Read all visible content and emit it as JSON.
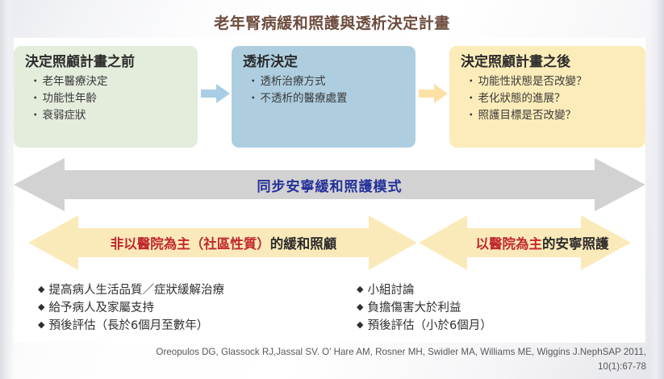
{
  "title": "老年腎病緩和照護與透析決定計畫",
  "colors": {
    "title": "#6d4c3d",
    "box_before": "#e4ecdc",
    "box_dialysis": "#aecee0",
    "box_after": "#fcecb9",
    "gray_arrow": "#d2d2d2",
    "yellow_arrow": "#fbeab9",
    "sync_label": "#23309a",
    "highlight_red": "#c1272d"
  },
  "stages": [
    {
      "id": "before",
      "title": "決定照顧計畫之前",
      "items": [
        "老年醫療決定",
        "功能性年齡",
        "衰弱症狀"
      ]
    },
    {
      "id": "dialysis",
      "title": "透析決定",
      "items": [
        "透析治療方式",
        "不透析的醫療處置"
      ]
    },
    {
      "id": "after",
      "title": "決定照顧計畫之後",
      "items": [
        "功能性狀態是否改變？",
        "老化狀態的進展？",
        "照護目標是否改變？"
      ]
    }
  ],
  "connectors": [
    {
      "id": "connector-1",
      "icon": "arrow-right-icon",
      "color": "#a8cde4"
    },
    {
      "id": "connector-2",
      "icon": "arrow-right-icon",
      "color": "#fbe2a4"
    }
  ],
  "sync_band": {
    "label": "同步安寧緩和照護模式",
    "icon": "double-arrow-icon"
  },
  "settings_band": {
    "community": {
      "highlight": "非以醫院為主（社區性質）",
      "rest": "的緩和照顧",
      "icon": "arrow-right-icon"
    },
    "hospital": {
      "highlight": "以醫院為主",
      "rest": "的安寧照護",
      "icon": "arrow-left-icon"
    }
  },
  "bullets": {
    "left": [
      "提高病人生活品質／症狀緩解治療",
      "給予病人及家屬支持",
      "預後評估（長於6個月至數年）"
    ],
    "right": [
      "小組討論",
      "負擔傷害大於利益",
      "預後評估（小於6個月）"
    ],
    "marker": "◆"
  },
  "citation": {
    "line1": "Oreopulos DG, Glassock RJ,Jassal SV. O’ Hare AM, Rosner MH, Swidler MA, Williams ME, Wiggins J.NephSAP 2011,",
    "line2": "10(1):67-78"
  }
}
